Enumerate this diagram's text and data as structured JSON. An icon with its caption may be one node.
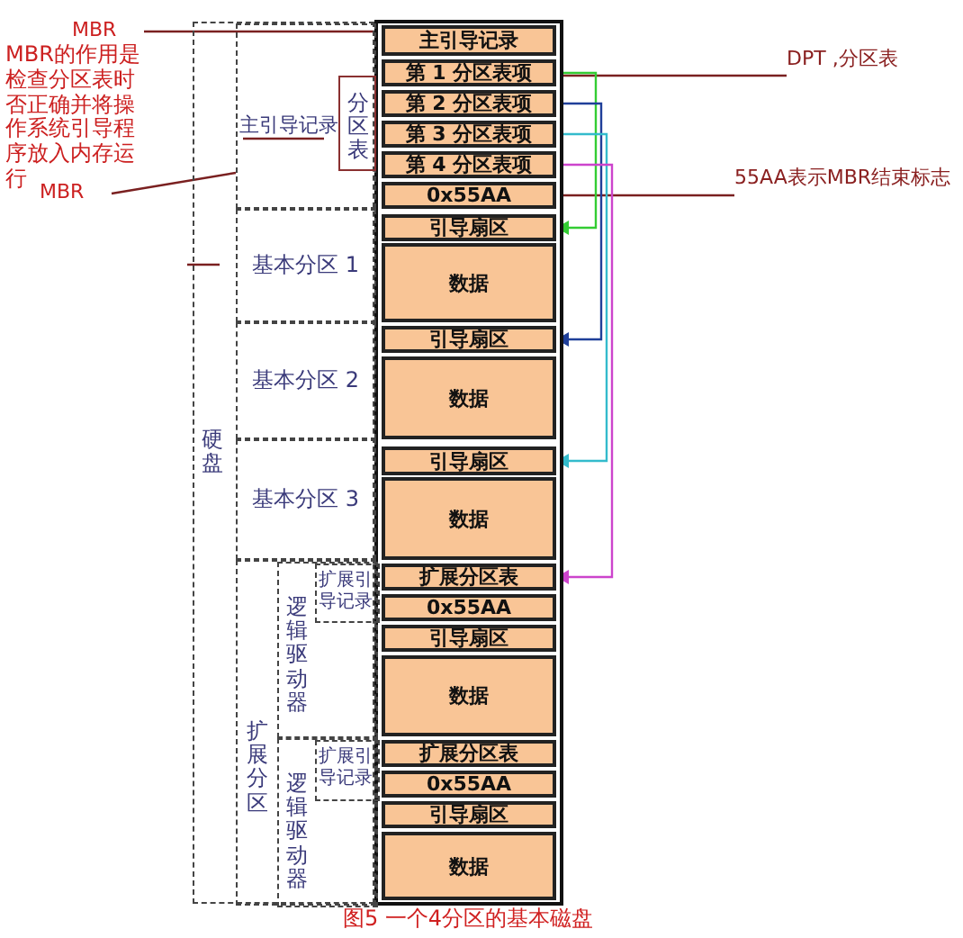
{
  "diagram": {
    "caption": "图5 一个4分区的基本磁盘",
    "nodes": [
      {
        "text": [
          "硬盘"
        ]
      },
      {
        "text": [
          "主引导记录"
        ],
        "in": 0
      },
      {
        "text": [
          "分区表"
        ],
        "in": 1
      },
      {
        "text": [
          "基本分区 1"
        ],
        "in": 0
      },
      {
        "text": [
          "基本分区 2"
        ],
        "in": 0
      },
      {
        "text": [
          "基本分区 3"
        ],
        "in": 0
      },
      {
        "text": [
          "扩展分区"
        ],
        "in": 0
      },
      {
        "text": [
          "逻辑驱动器"
        ],
        "in": 6
      },
      {
        "text": [
          "扩展引导记录"
        ],
        "in": 7
      },
      {
        "text": [
          "逻辑驱动器"
        ],
        "in": 6
      },
      {
        "text": [
          "扩展引导记录"
        ],
        "in": 9
      },
      {
        "text": [
          "主引导记录"
        ]
      },
      {
        "text": [
          "第 1 分区表项"
        ]
      },
      {
        "text": [
          "第 2 分区表项"
        ]
      },
      {
        "text": [
          "第 3 分区表项"
        ]
      },
      {
        "text": [
          "第 4 分区表项"
        ]
      },
      {
        "text": [
          "0x55AA"
        ]
      },
      {
        "text": [
          "引导扇区"
        ]
      },
      {
        "text": [
          "数据"
        ]
      },
      {
        "text": [
          "引导扇区"
        ]
      },
      {
        "text": [
          "数据"
        ]
      },
      {
        "text": [
          "引导扇区"
        ]
      },
      {
        "text": [
          "数据"
        ]
      },
      {
        "text": [
          "扩展分区表"
        ]
      },
      {
        "text": [
          "0x55AA"
        ]
      },
      {
        "text": [
          "引导扇区"
        ]
      },
      {
        "text": [
          "数据"
        ]
      },
      {
        "text": [
          "扩展分区表"
        ]
      },
      {
        "text": [
          "0x55AA"
        ]
      },
      {
        "text": [
          "引导扇区"
        ]
      },
      {
        "text": [
          "数据"
        ]
      },
      {
        "text": [
          "MBR"
        ]
      },
      {
        "text": [
          "MBR"
        ]
      },
      {
        "text": [
          "DPT ,分区表"
        ]
      },
      {
        "text": [
          "55AA表示MBR结束标志"
        ]
      }
    ],
    "edges": [
      {
        "from": 31,
        "to": 11,
        "arrow": "none"
      },
      {
        "from": 32,
        "to": 1,
        "arrow": "none"
      },
      {
        "from": 33,
        "to": 12,
        "arrow": "none"
      },
      {
        "from": 34,
        "to": 16,
        "arrow": "none"
      },
      {
        "from": 12,
        "to": 17,
        "arrow": "to",
        "color": "#33cc33"
      },
      {
        "from": 13,
        "to": 19,
        "arrow": "to",
        "color": "#1f3f99"
      },
      {
        "from": 14,
        "to": 21,
        "arrow": "to",
        "color": "#33bbcc"
      },
      {
        "from": 15,
        "to": 23,
        "arrow": "to",
        "color": "#cc44cc"
      }
    ],
    "labels": [
      "MBR的作用是检查分区表时否正确并将操作系统引导程序放入内存运行"
    ]
  }
}
